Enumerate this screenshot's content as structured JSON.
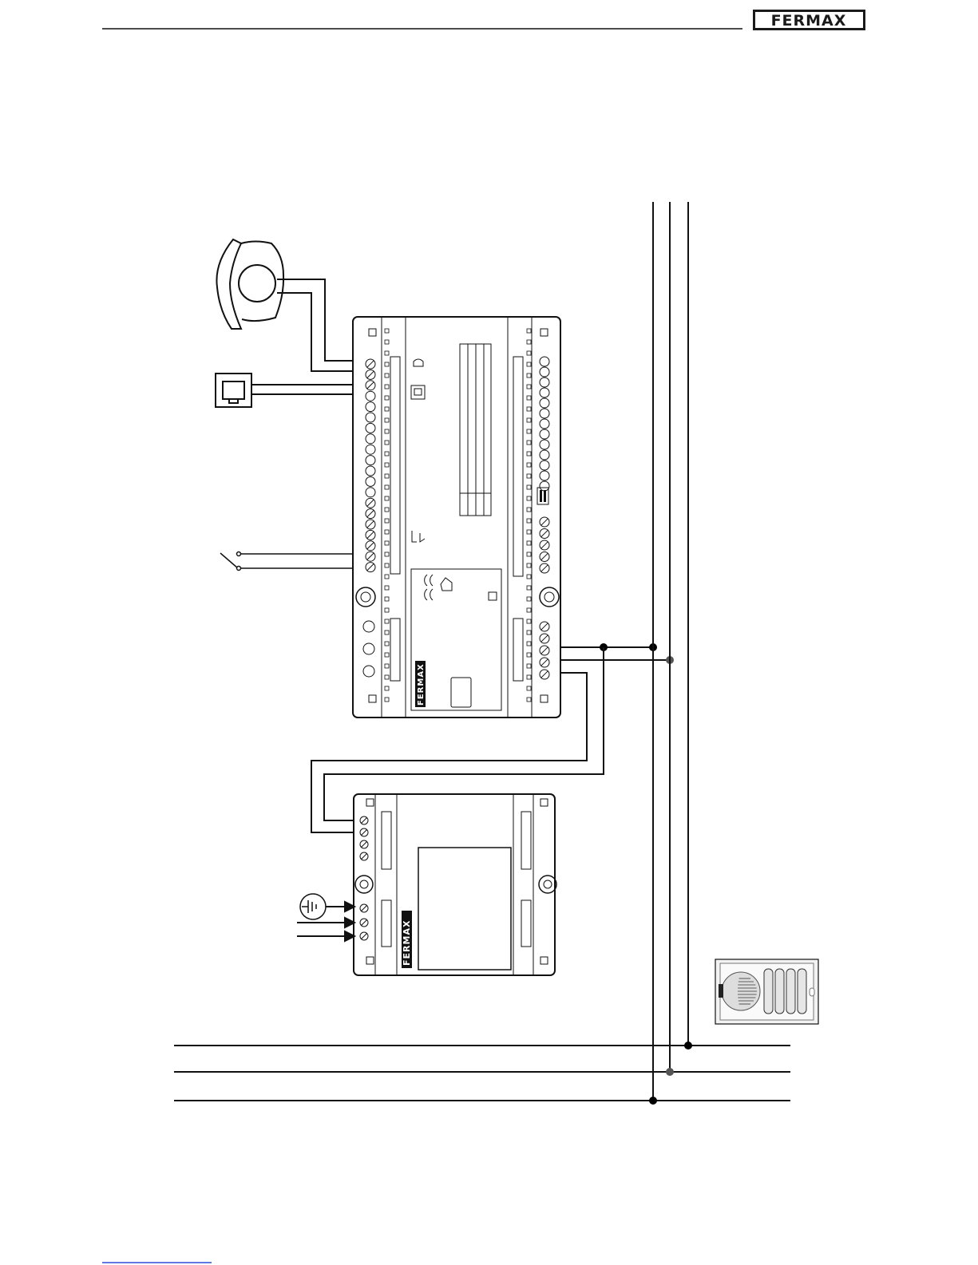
{
  "header": {
    "brand": "FERMAX",
    "brand_color": "#1a1a1a"
  },
  "diagram": {
    "main_unit": {
      "brand_label": "FERMAX",
      "components": [
        "telephone-icon",
        "rj11-socket-icon",
        "switch-icon",
        "dip-switch",
        "terminal-block"
      ]
    },
    "power_supply": {
      "brand_label": "FERMAX",
      "inputs": [
        "ground-icon",
        "ac-line",
        "ac-line"
      ]
    },
    "door_panel": {
      "components": [
        "speaker-grille-icon",
        "pushbutton-column"
      ]
    },
    "colors": {
      "line": "#111111",
      "node_dark": "#000000",
      "node_gray": "#555555",
      "footer_link": "#2a4bd7"
    }
  }
}
